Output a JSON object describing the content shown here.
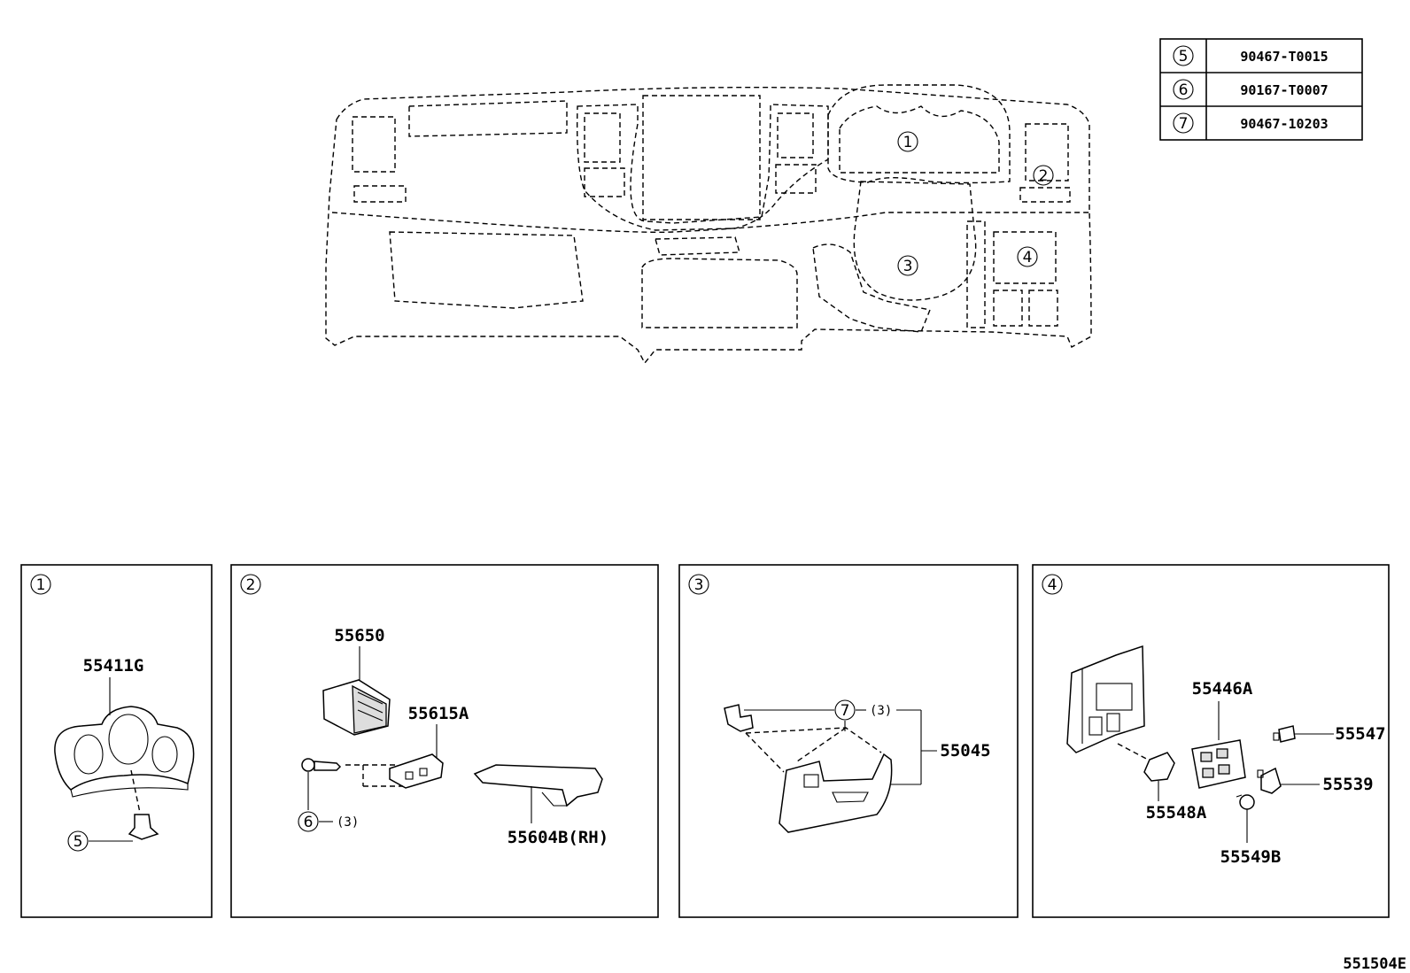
{
  "legend": [
    {
      "ref": "5",
      "part_no": "90467-T0015"
    },
    {
      "ref": "6",
      "part_no": "90167-T0007"
    },
    {
      "ref": "7",
      "part_no": "90467-10203"
    }
  ],
  "overview_callouts": [
    "1",
    "2",
    "3",
    "4"
  ],
  "panels": [
    {
      "id": "1",
      "labels": {
        "main": "55411G",
        "fastener": "5"
      }
    },
    {
      "id": "2",
      "labels": {
        "vent": "55650",
        "bracket": "55615A",
        "panel": "55604B(RH)",
        "fastener": "6",
        "qty": "(3)"
      }
    },
    {
      "id": "3",
      "labels": {
        "fastener": "7",
        "qty": "(3)",
        "cover": "55045"
      }
    },
    {
      "id": "4",
      "labels": {
        "a": "55446A",
        "b": "55547",
        "c": "55539",
        "d": "55548A",
        "e": "55549B"
      }
    }
  ],
  "diagram_code": "551504E"
}
